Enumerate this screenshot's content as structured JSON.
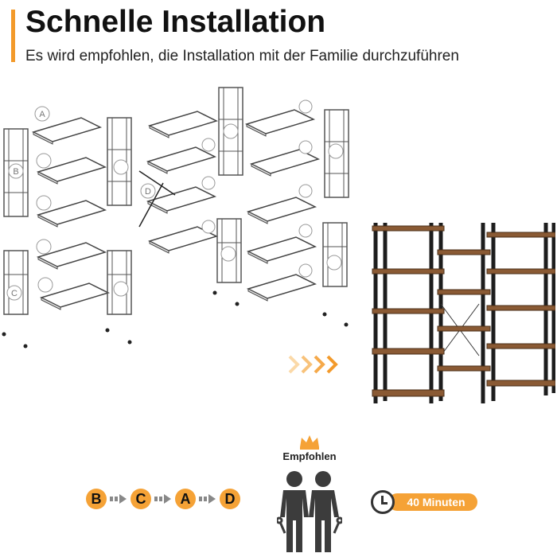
{
  "header": {
    "title": "Schnelle Installation",
    "subtitle": "Es wird empfohlen, die Installation mit der Familie durchzuführen",
    "accent_color": "#f39a2b"
  },
  "diagram": {
    "part_labels": [
      "A",
      "B",
      "C",
      "D"
    ]
  },
  "recommendation": {
    "label": "Empfohlen",
    "icon": "crown-icon",
    "figure_icon": "two-people-with-wrenches-icon"
  },
  "steps": {
    "sequence": [
      "B",
      "C",
      "A",
      "D"
    ],
    "color": "#f5a236"
  },
  "time": {
    "label": "40 Minuten",
    "icon": "clock-icon",
    "color": "#f5a236"
  }
}
